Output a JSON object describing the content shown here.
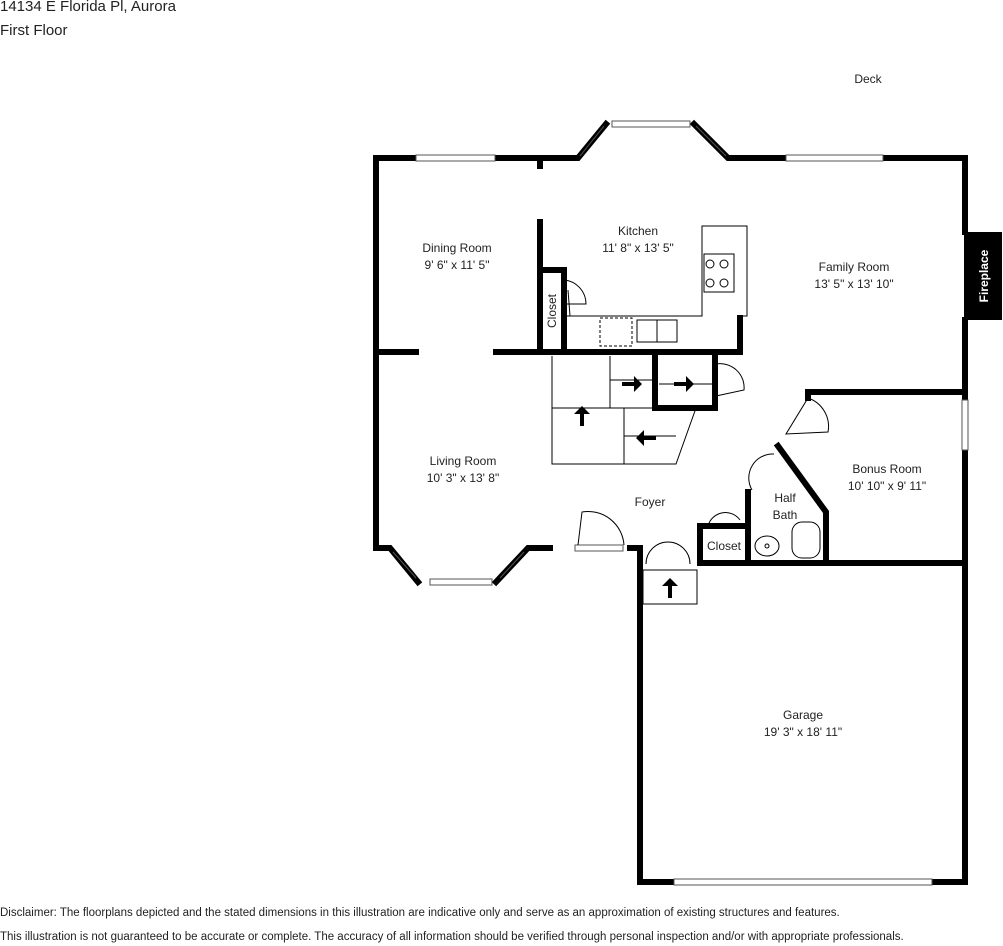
{
  "header": {
    "address": "14134 E Florida Pl, Aurora",
    "floor": "First Floor"
  },
  "rooms": {
    "deck": "Deck",
    "kitchen_name": "Kitchen",
    "kitchen_dim": "11' 8\" x 13' 5\"",
    "dining_name": "Dining Room",
    "dining_dim": "9' 6\" x 11' 5\"",
    "family_name": "Family Room",
    "family_dim": "13' 5\" x 13' 10\"",
    "fireplace": "Fireplace",
    "closet1": "Closet",
    "living_name": "Living Room",
    "living_dim": "10' 3\" x 13' 8\"",
    "foyer": "Foyer",
    "bonus_name": "Bonus Room",
    "bonus_dim": "10' 10\" x 9' 11\"",
    "half": "Half",
    "bath": "Bath",
    "closet2": "Closet",
    "garage_name": "Garage",
    "garage_dim": "19' 3\" x 18' 11\""
  },
  "disclaimer": {
    "line1": "Disclaimer: The floorplans depicted and the stated dimensions in this illustration are indicative only and serve as an approximation of existing structures and features.",
    "line2": "This illustration is not guaranteed to be accurate or complete. The accuracy of all information should be verified through personal inspection and/or with appropriate professionals."
  },
  "colors": {
    "wall": "#000000",
    "window": "#555555",
    "background": "#ffffff"
  }
}
